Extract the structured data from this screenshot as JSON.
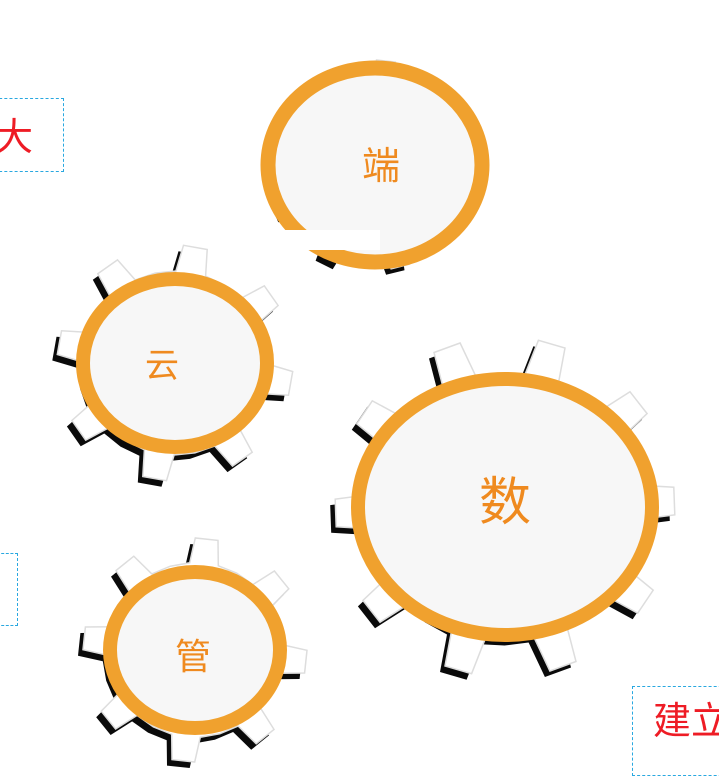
{
  "gears": [
    {
      "id": "duan",
      "label": "端"
    },
    {
      "id": "yun",
      "label": "云"
    },
    {
      "id": "shu",
      "label": "数"
    },
    {
      "id": "guan",
      "label": "管"
    }
  ],
  "notes": {
    "top_left_fragment": "大",
    "middle_left_fragment": "",
    "bottom_right_line1": "建立",
    "bottom_right_line2": ""
  },
  "colors": {
    "ring": "#f0a12e",
    "label": "#ef8a1f",
    "gear_fill": "#ffffff",
    "gear_shadow": "#0a0a0a",
    "note_border": "#29a8e0",
    "note_text": "#ee1c25"
  }
}
